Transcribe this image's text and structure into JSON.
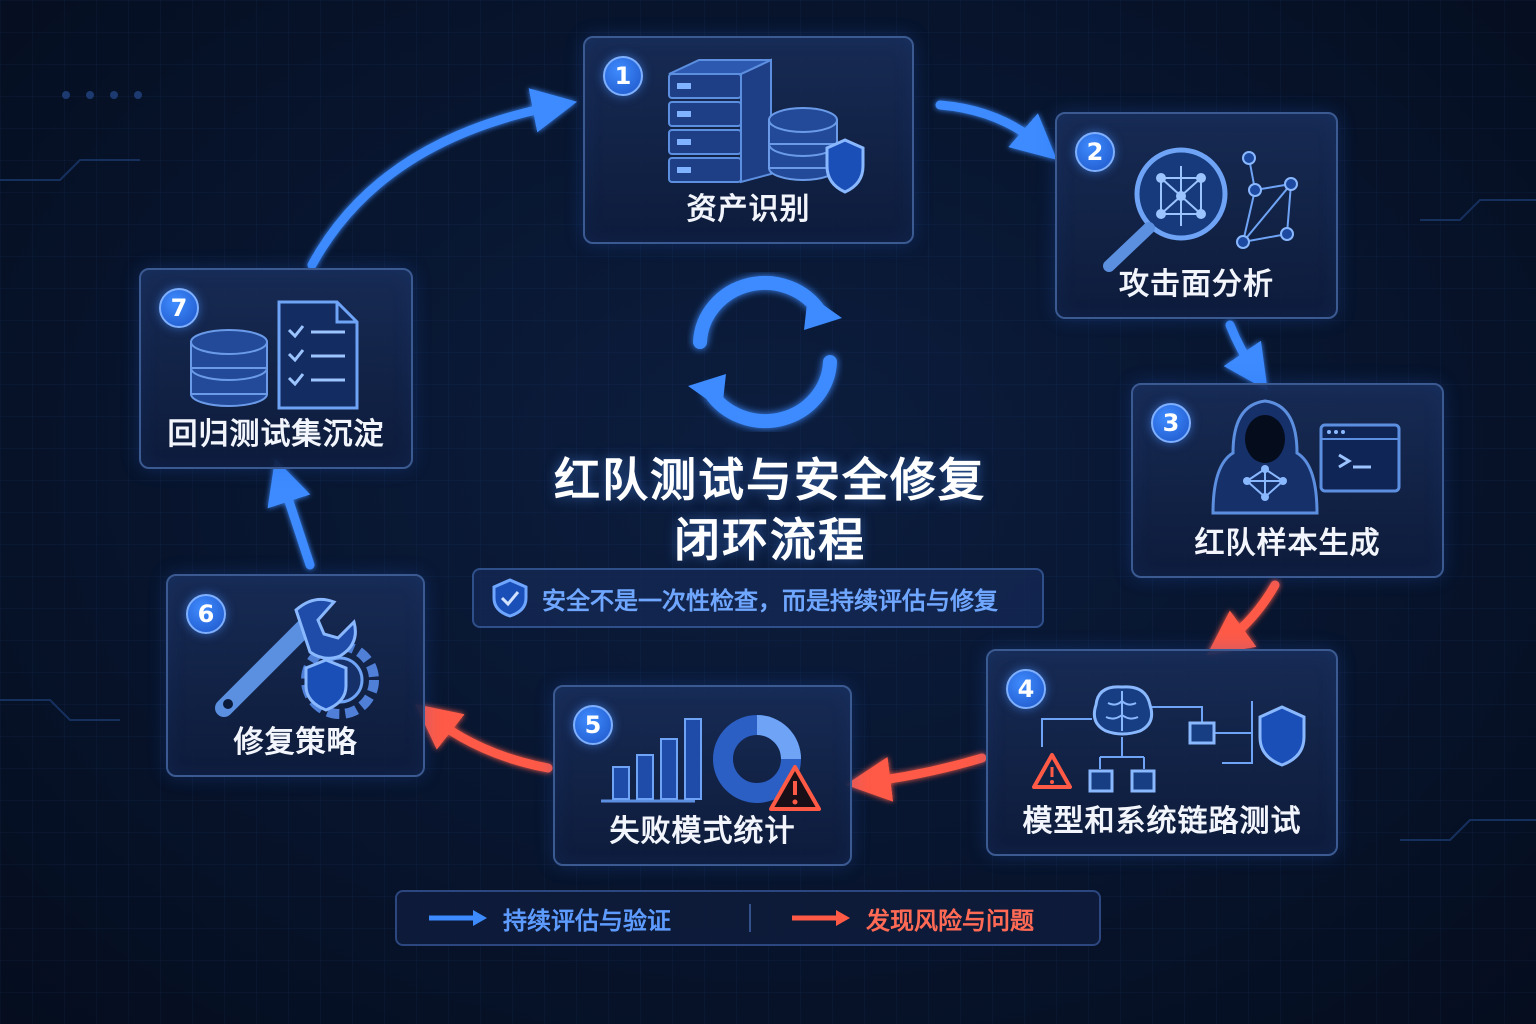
{
  "title_line1": "红队测试与安全修复",
  "title_line2": "闭环流程",
  "tagline": "安全不是一次性检查，而是持续评估与修复",
  "steps": [
    {
      "number": "1",
      "label": "资产识别"
    },
    {
      "number": "2",
      "label": "攻击面分析"
    },
    {
      "number": "3",
      "label": "红队样本生成"
    },
    {
      "number": "4",
      "label": "模型和系统链路测试"
    },
    {
      "number": "5",
      "label": "失败模式统计"
    },
    {
      "number": "6",
      "label": "修复策略"
    },
    {
      "number": "7",
      "label": "回归测试集沉淀"
    }
  ],
  "legend": {
    "blue_label": "持续评估与验证",
    "red_label": "发现风险与问题"
  },
  "colors": {
    "blue_arrow": "#3d8bff",
    "red_arrow": "#ff5a46",
    "card_border": "#3b5a92",
    "background": "#081630"
  },
  "icons": {
    "step1": "server-database-shield-icon",
    "step2": "magnifier-network-icon",
    "step3": "hacker-terminal-icon",
    "step4": "brain-flow-shield-warning-icon",
    "step5": "bar-chart-donut-warning-icon",
    "step6": "wrench-gear-shield-icon",
    "step7": "database-checklist-icon",
    "center": "refresh-cycle-icon",
    "tagline": "shield-check-icon"
  }
}
